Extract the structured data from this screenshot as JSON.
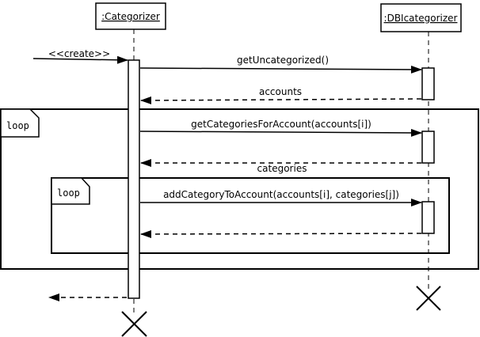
{
  "lifelines": {
    "categorizer": {
      "label": ":Categorizer"
    },
    "dbcategorizer": {
      "label": ":DBIcategorizer"
    }
  },
  "messages": {
    "create": "<<create>>",
    "get_uncategorized": "getUncategorized()",
    "accounts": "accounts",
    "get_categories": "getCategoriesForAccount(accounts[i])",
    "categories": "categories",
    "add_category": "addCategoryToAccount(accounts[i], categories[j])"
  },
  "fragments": {
    "outer_loop": "loop",
    "inner_loop": "loop"
  },
  "colors": {
    "line": "#000000",
    "background": "#ffffff"
  }
}
